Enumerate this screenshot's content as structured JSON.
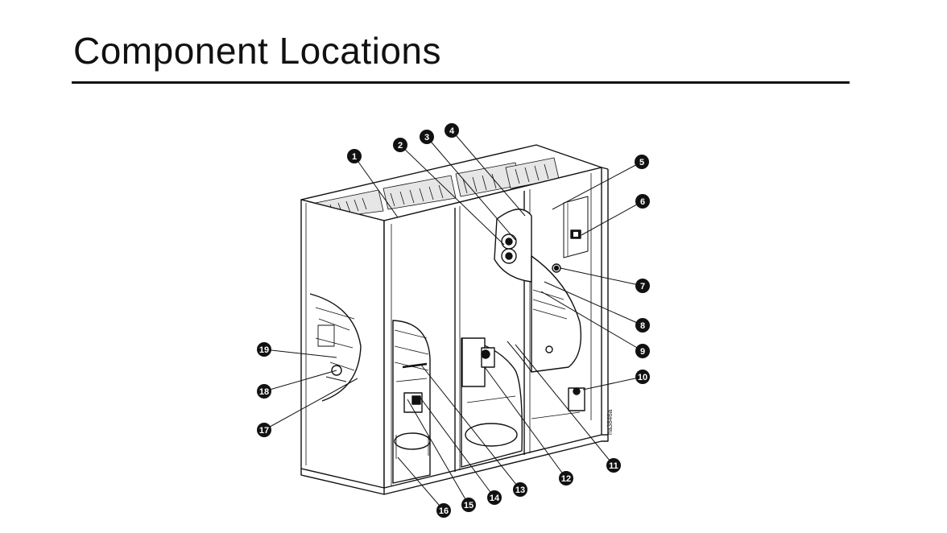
{
  "title": "Component Locations",
  "figure_id": "na3846a",
  "callouts": [
    "1",
    "2",
    "3",
    "4",
    "5",
    "6",
    "7",
    "8",
    "9",
    "10",
    "11",
    "12",
    "13",
    "14",
    "15",
    "16",
    "17",
    "18",
    "19"
  ]
}
